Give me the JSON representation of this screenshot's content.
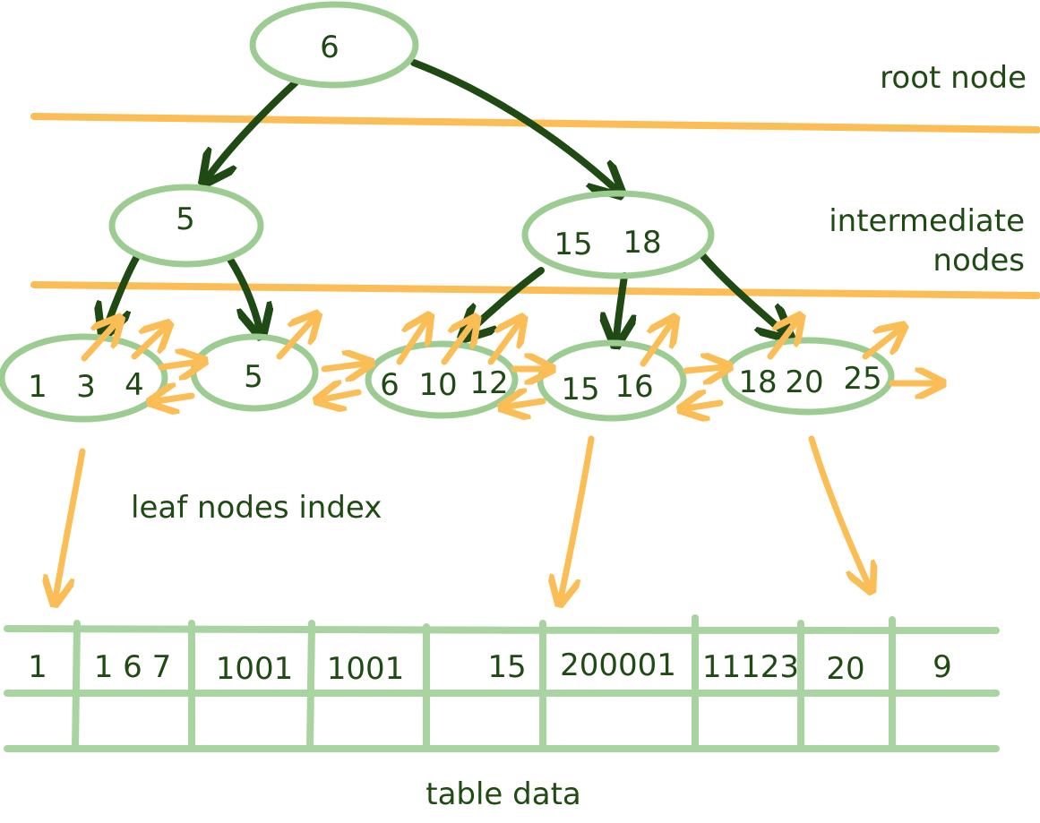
{
  "labels": {
    "root": "root node",
    "intermediate_line1": "intermediate",
    "intermediate_line2": "nodes",
    "leaf_index": "leaf nodes index",
    "table": "table data"
  },
  "root_node": {
    "keys": [
      "6"
    ]
  },
  "intermediate_nodes": [
    {
      "keys": [
        "5"
      ]
    },
    {
      "keys": [
        "15",
        "18"
      ]
    }
  ],
  "leaf_nodes": [
    {
      "keys": [
        "1",
        "3",
        "4"
      ]
    },
    {
      "keys": [
        "5"
      ]
    },
    {
      "keys": [
        "6",
        "10",
        "12"
      ]
    },
    {
      "keys": [
        "15",
        "16"
      ]
    },
    {
      "keys": [
        "18",
        "20",
        "25"
      ]
    }
  ],
  "table_data": {
    "row1": [
      "1",
      "1 6 7",
      "1001",
      "1001",
      "15",
      "200001",
      "11123",
      "20",
      "9"
    ],
    "row2": [
      "",
      "",
      "",
      "",
      "",
      "",
      "",
      "",
      ""
    ]
  },
  "colors": {
    "node_outline": "#9ccc92",
    "tree_edge": "#1f4a14",
    "pointer": "#fbbd55",
    "divider": "#fbbd55",
    "grid": "#a9d3a0",
    "text": "#1f4a14"
  }
}
